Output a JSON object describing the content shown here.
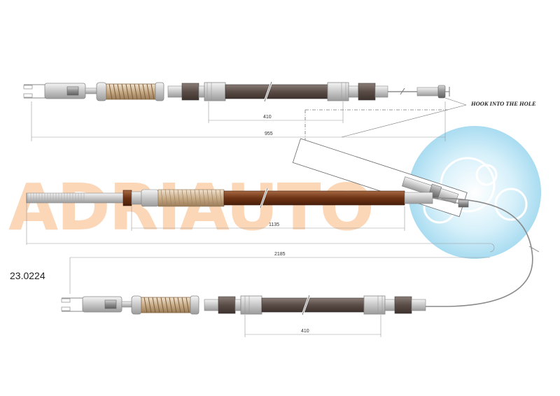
{
  "part_number": "23.0224",
  "brand_watermark": "ADRIAUTO",
  "annotation": "HOOK INTO THE HOLE",
  "dimensions": {
    "upper_sleeve": "410",
    "upper_total": "955",
    "main_sleeve": "1135",
    "main_total": "2185",
    "lower_sleeve": "410"
  },
  "colors": {
    "sleeve_dark": "#6b5c56",
    "sleeve_brown": "#7a3e1e",
    "fitting_grey": "#9a9a9a",
    "spring_beige": "#d8c4a8",
    "watermark_orange": "#fbd7b8",
    "logo_blue": "#bfe6f5"
  }
}
